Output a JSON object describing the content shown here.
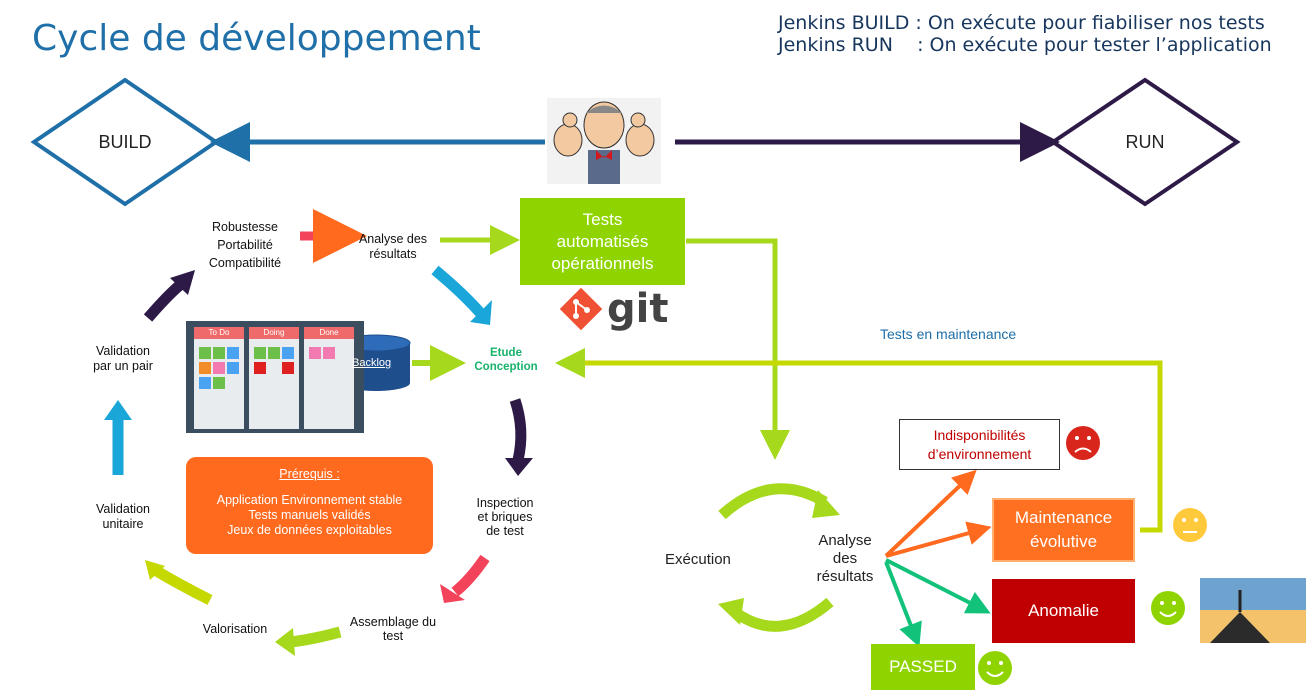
{
  "title": "Cycle de développement",
  "legend": {
    "line1": "Jenkins BUILD : On exécute pour fiabiliser nos tests",
    "line2": "Jenkins RUN    : On exécute pour tester l’application"
  },
  "build_label": "BUILD",
  "run_label": "RUN",
  "steps": {
    "robustesse": [
      "Robustesse",
      "Portabilité",
      "Compatibilité"
    ],
    "analyse": [
      "Analyse des",
      "résultats"
    ],
    "validation_pair": [
      "Validation",
      "par un pair"
    ],
    "validation_unitaire": [
      "Validation",
      "unitaire"
    ],
    "inspection": [
      "Inspection",
      "et briques",
      "de test"
    ],
    "assemblage": [
      "Assemblage du",
      "test"
    ],
    "valorisation": "Valorisation",
    "etude": [
      "Etude",
      "Conception"
    ]
  },
  "tests_box": [
    "Tests",
    "automatisés",
    "opérationnels"
  ],
  "git_label": "git",
  "kanban": {
    "columns": [
      "To Do",
      "Doing",
      "Done"
    ]
  },
  "backlog_label": "Backlog",
  "prereq": {
    "title": "Prérequis :",
    "lines": [
      "Application Environnement stable",
      "Tests manuels validés",
      "Jeux de données exploitables"
    ]
  },
  "maintenance_label": "Tests en maintenance",
  "run_cycle": {
    "execution": "Exécution",
    "analyse": [
      "Analyse",
      "des",
      "résultats"
    ]
  },
  "outcomes": {
    "indispo": [
      "Indisponibilités",
      "d’environnement"
    ],
    "maintenance": [
      "Maintenance",
      "évolutive"
    ],
    "anomalie": "Anomalie",
    "passed": "PASSED"
  },
  "colors": {
    "blue": "#1f6fa8",
    "purple": "#2e1a47",
    "green": "#8fd400",
    "orange": "#ff6a1f",
    "red": "#c00000"
  }
}
